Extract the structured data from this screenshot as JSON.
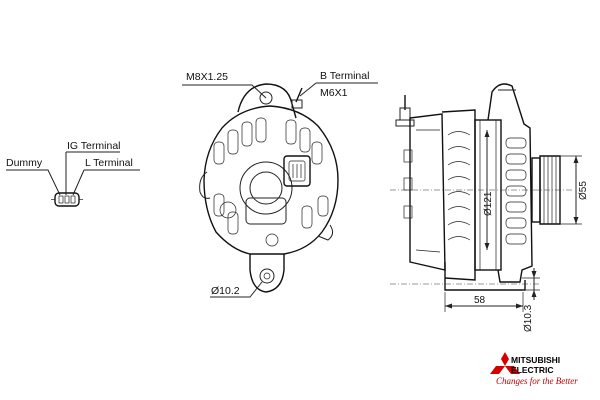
{
  "labels": {
    "dummy": "Dummy",
    "ig_terminal": "IG Terminal",
    "l_terminal": "L Terminal",
    "m8": "M8X1.25",
    "b_terminal": "B Terminal",
    "m6": "M6X1",
    "dia_10_2": "Ø10.2"
  },
  "dimensions": {
    "dia_121": "Ø121",
    "dia_55": "Ø55",
    "length_58": "58",
    "dia_10_3": "Ø10.3"
  },
  "brand": {
    "name_line1": "MITSUBISHI",
    "name_line2": "ELECTRIC",
    "tagline": "Changes for the Better",
    "logo_color": "#d40000",
    "tagline_color": "#c00000"
  }
}
